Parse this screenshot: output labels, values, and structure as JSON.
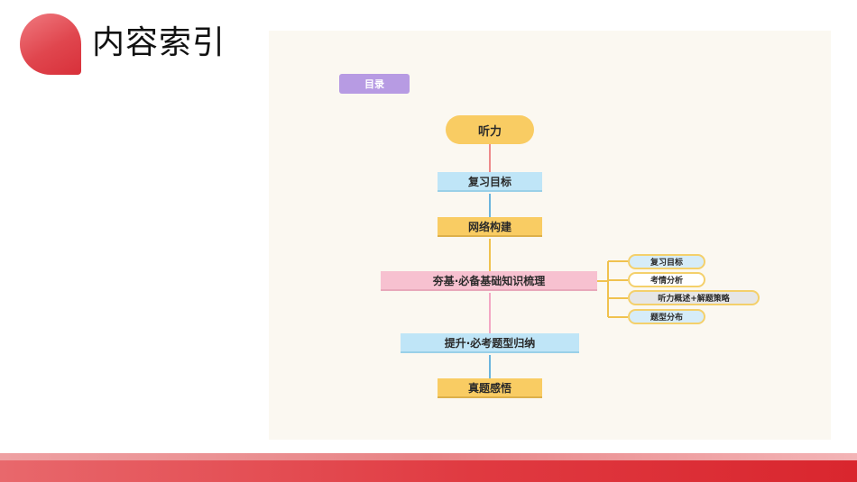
{
  "header": {
    "title": "内容索引"
  },
  "diagram": {
    "toc_label": "目录",
    "root": "听力",
    "steps": [
      "复习目标",
      "网络构建",
      "夯基·必备基础知识梳理",
      "提升·必考题型归纳",
      "真题感悟"
    ],
    "branches": [
      "复习目标",
      "考情分析",
      "听力概述+解题策略",
      "题型分布"
    ]
  }
}
